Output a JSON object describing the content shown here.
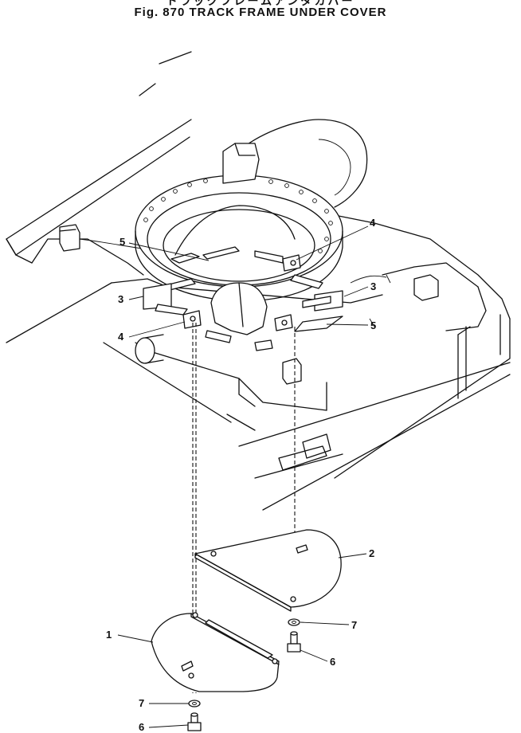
{
  "header": {
    "title_jp": "トラックフレームアンダカバー",
    "title_en": "Fig. 870   TRACK FRAME UNDER COVER"
  },
  "callouts": [
    {
      "id": "c1",
      "label": "1"
    },
    {
      "id": "c2",
      "label": "2"
    },
    {
      "id": "c3a",
      "label": "3"
    },
    {
      "id": "c3b",
      "label": "3"
    },
    {
      "id": "c4a",
      "label": "4"
    },
    {
      "id": "c4b",
      "label": "4"
    },
    {
      "id": "c5a",
      "label": "5"
    },
    {
      "id": "c5b",
      "label": "5"
    },
    {
      "id": "c6a",
      "label": "6"
    },
    {
      "id": "c6b",
      "label": "6"
    },
    {
      "id": "c7a",
      "label": "7"
    },
    {
      "id": "c7b",
      "label": "7"
    }
  ]
}
